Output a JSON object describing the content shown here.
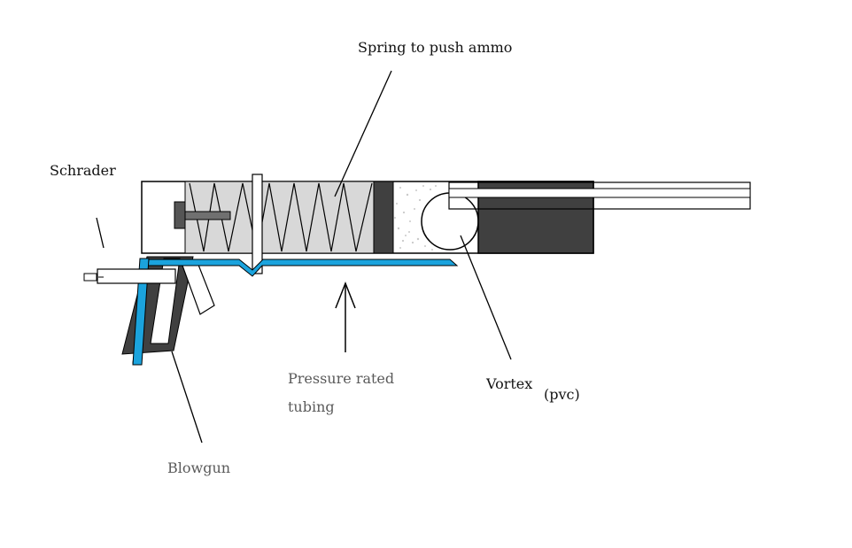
{
  "labels": {
    "spring": "Spring to push ammo",
    "schrader": "Schrader",
    "tubing_line1": "Pressure rated",
    "tubing_line2": "tubing",
    "vortex": "Vortex",
    "pvc": "(pvc)",
    "blowgun": "Blowgun"
  },
  "colors": {
    "background": "#ffffff",
    "outline": "#000000",
    "magazine_fill": "#d8d8d8",
    "dark_fill": "#404040",
    "pressure_tubing": "#1ba3dd",
    "label_dark": "#111111",
    "label_grey": "#5a5a5a"
  }
}
